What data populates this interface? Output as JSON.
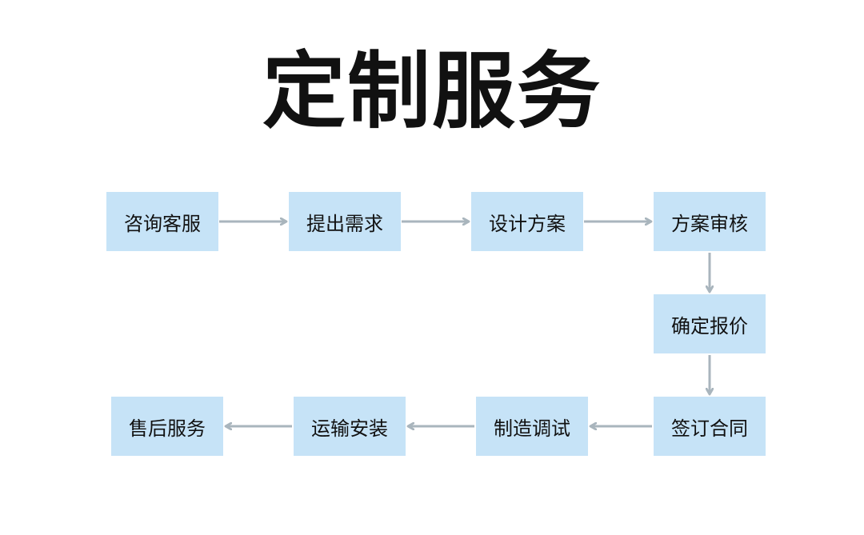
{
  "title": "定制服务",
  "colors": {
    "node_fill": "#c6e3f7",
    "arrow": "#a9b5bd",
    "text": "#111111"
  },
  "steps": [
    {
      "label": "咨询客服"
    },
    {
      "label": "提出需求"
    },
    {
      "label": "设计方案"
    },
    {
      "label": "方案审核"
    },
    {
      "label": "确定报价"
    },
    {
      "label": "签订合同"
    },
    {
      "label": "制造调试"
    },
    {
      "label": "运输安装"
    },
    {
      "label": "售后服务"
    }
  ]
}
